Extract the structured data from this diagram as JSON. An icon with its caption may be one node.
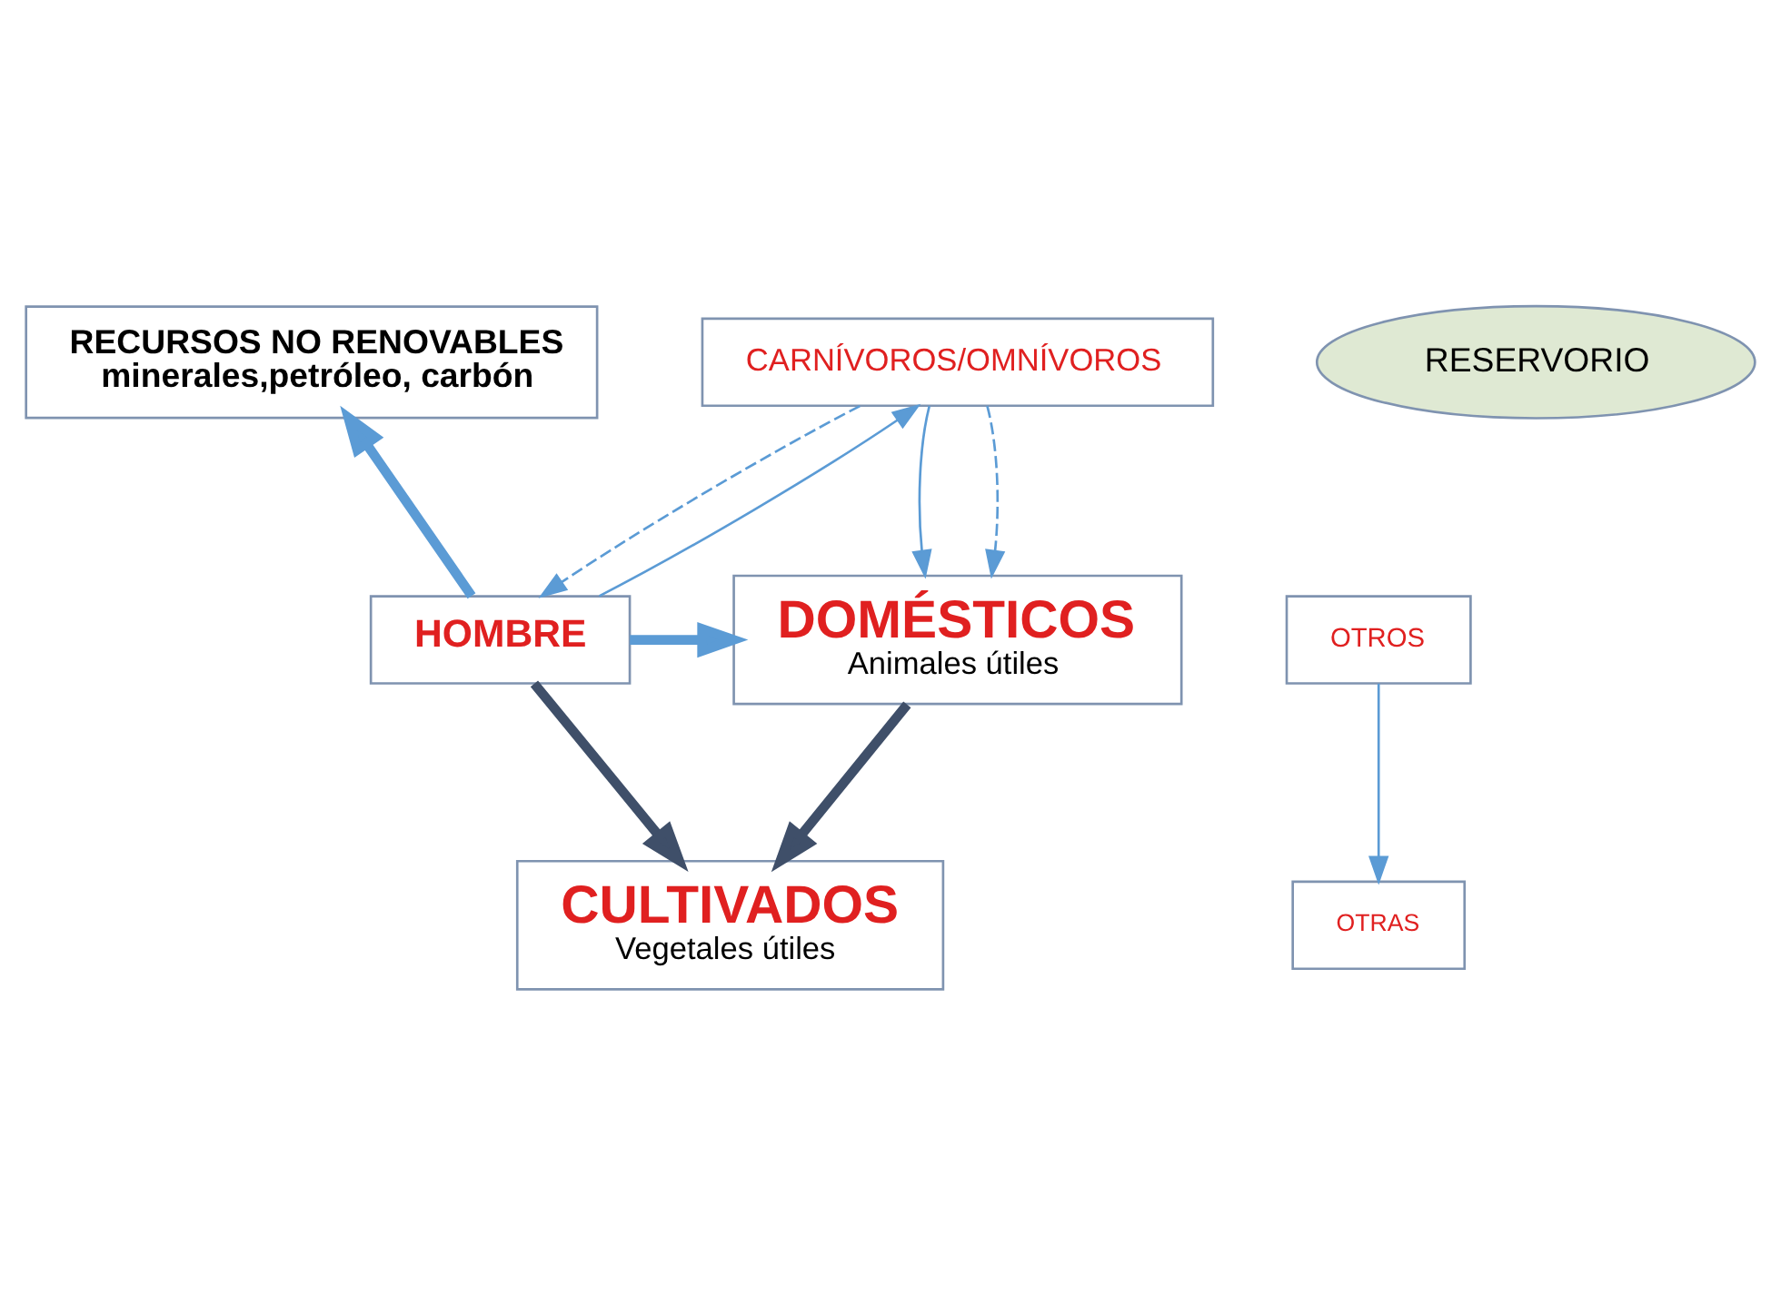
{
  "diagram": {
    "nodes": [
      {
        "text": [
          "RECURSOS NO RENOVABLES",
          "minerales,petróleo, carbón"
        ]
      },
      {
        "text": [
          "RESERVORIO"
        ]
      },
      {
        "text": [
          "CARNÍVOROS/OMNÍVOROS"
        ]
      },
      {
        "text": [
          "HOMBRE"
        ]
      },
      {
        "text": [
          "DOMÉSTICOS",
          "Animales útiles"
        ]
      },
      {
        "text": [
          "OTROS"
        ]
      },
      {
        "text": [
          "CULTIVADOS",
          "Vegetales útiles"
        ]
      },
      {
        "text": [
          "OTRAS"
        ]
      }
    ],
    "edges": [
      {
        "from": 3,
        "to": 0,
        "arrow": "to",
        "style": "thick"
      },
      {
        "from": 3,
        "to": 2,
        "arrow": "to"
      },
      {
        "from": 2,
        "to": 3,
        "arrow": "to",
        "style": "dashed"
      },
      {
        "from": 2,
        "to": 4,
        "arrow": "to"
      },
      {
        "from": 2,
        "to": 4,
        "arrow": "to",
        "style": "dashed"
      },
      {
        "from": 3,
        "to": 4,
        "arrow": "to",
        "style": "thick"
      },
      {
        "from": 3,
        "to": 6,
        "arrow": "to",
        "style": "thick",
        "color": "#3f4f69"
      },
      {
        "from": 4,
        "to": 6,
        "arrow": "to",
        "style": "thick",
        "color": "#3f4f69"
      },
      {
        "from": 5,
        "to": 7,
        "arrow": "to"
      }
    ]
  }
}
